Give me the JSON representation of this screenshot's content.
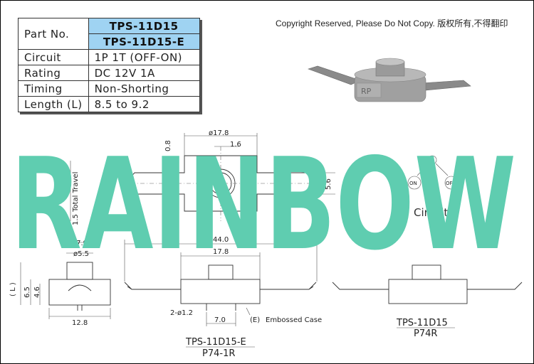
{
  "spec_table": {
    "part_no_label": "Part No.",
    "part_no_values": [
      "TPS-11D15",
      "TPS-11D15-E"
    ],
    "rows": [
      {
        "label": "Circuit",
        "value": "1P 1T (OFF-ON)"
      },
      {
        "label": "Rating",
        "value": "DC 12V 1A"
      },
      {
        "label": "Timing",
        "value": "Non-Shorting"
      },
      {
        "label": "Length (L)",
        "value": "8.5 to 9.2"
      }
    ]
  },
  "copyright": "Copyright Reserved, Please Do Not Copy. 版权所有,不得翻印",
  "watermark": "RAINBOW",
  "product_marking": "RP",
  "dimensions": {
    "top_view": {
      "diameter": "ø17.8",
      "width": "1.6",
      "height": "0.8",
      "slot": "5.6",
      "travel": "1.5 Total Travel"
    },
    "side_view": {
      "d1": "ø7.9",
      "d2": "ø5.5",
      "l": "( L )",
      "h1": "6.5",
      "h2": "4.6",
      "width": "12.8"
    },
    "front_view_e": {
      "overall": "44.0",
      "body": "17.8",
      "holes": "2-ø1.2",
      "pitch": "7.0",
      "embossed": "(E)",
      "embossed_note": "Embossed Case"
    }
  },
  "circuit": {
    "label": "Circuit",
    "on": "ON",
    "off": "OFF"
  },
  "models": {
    "model_e": {
      "name": "TPS-11D15-E",
      "code": "P74-1R"
    },
    "model_std": {
      "name": "TPS-11D15",
      "code": "P74R"
    }
  },
  "colors": {
    "table_header": "#9fd3f2",
    "watermark": "#5fcdb0"
  }
}
